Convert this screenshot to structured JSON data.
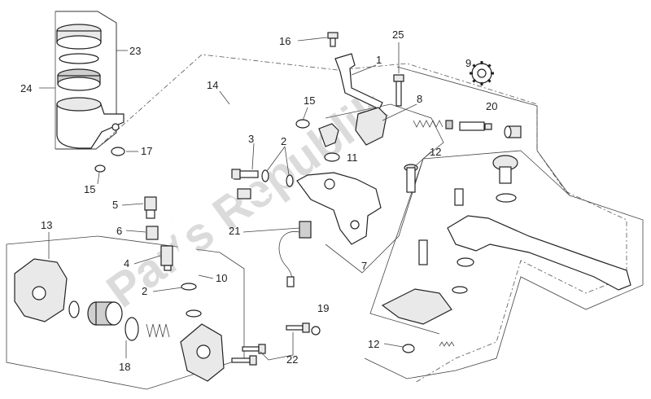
{
  "watermark": "Parts Republik",
  "gear_icon": "gear-icon",
  "callouts": [
    {
      "id": "c23",
      "label": "23"
    },
    {
      "id": "c24",
      "label": "24"
    },
    {
      "id": "c14",
      "label": "14"
    },
    {
      "id": "c16",
      "label": "16"
    },
    {
      "id": "c25",
      "label": "25"
    },
    {
      "id": "c1",
      "label": "1"
    },
    {
      "id": "c9",
      "label": "9"
    },
    {
      "id": "c15a",
      "label": "15"
    },
    {
      "id": "c8",
      "label": "8"
    },
    {
      "id": "c20",
      "label": "20"
    },
    {
      "id": "c3",
      "label": "3"
    },
    {
      "id": "c2a",
      "label": "2"
    },
    {
      "id": "c11",
      "label": "11"
    },
    {
      "id": "c12a",
      "label": "12"
    },
    {
      "id": "c17",
      "label": "17"
    },
    {
      "id": "c15b",
      "label": "15"
    },
    {
      "id": "c5",
      "label": "5"
    },
    {
      "id": "c6",
      "label": "6"
    },
    {
      "id": "c13",
      "label": "13"
    },
    {
      "id": "c21",
      "label": "21"
    },
    {
      "id": "c4",
      "label": "4"
    },
    {
      "id": "c10",
      "label": "10"
    },
    {
      "id": "c2b",
      "label": "2"
    },
    {
      "id": "c7",
      "label": "7"
    },
    {
      "id": "c19",
      "label": "19"
    },
    {
      "id": "c12b",
      "label": "12"
    },
    {
      "id": "c18",
      "label": "18"
    },
    {
      "id": "c22",
      "label": "22"
    }
  ]
}
